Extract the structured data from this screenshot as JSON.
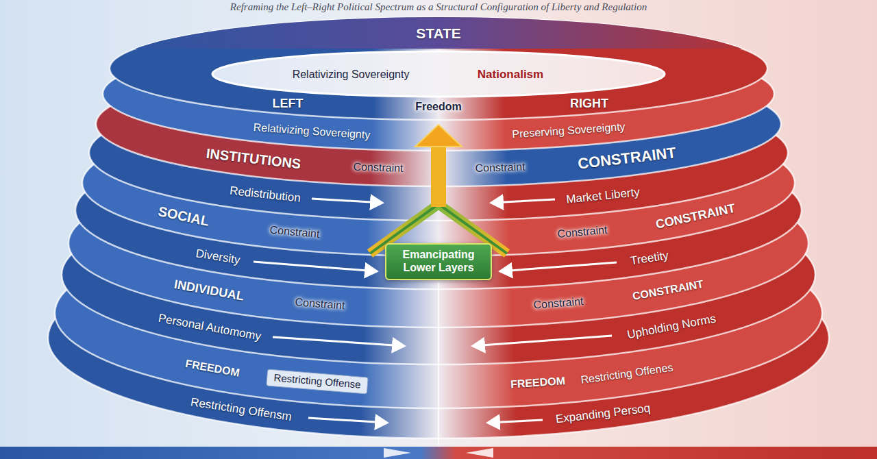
{
  "diagram": {
    "title": "Reframing the Left–Right Political Spectrum as a Structural Configuration of Liberty and Regulation",
    "nodes": [
      {
        "text": [
          "Emancipating Lower Layers"
        ]
      },
      {
        "text": [
          "Restricting Offense"
        ]
      }
    ],
    "labels": [
      "STATE",
      "Relativizing Sovereignty",
      "Nationalism",
      "LEFT",
      "Freedom",
      "RIGHT",
      "Relativizing Sovereignty",
      "Preserving Sovereignty",
      "INSTITUTIONS",
      "Constraint",
      "Constraint",
      "CONSTRAINT",
      "Redistribution",
      "Market Liberty",
      "SOCIAL",
      "Constraint",
      "Constraint",
      "CONSTRAINT",
      "Diversity",
      "Treetity",
      "INDIVIDUAL",
      "Constraint",
      "Constraint",
      "CONSTRAINT",
      "Personal Automomy",
      "Upholding Norms",
      "FREEDOM",
      "FREEDOM",
      "Restricting Offenes",
      "Restricting Offensm",
      "Expanding Persoq"
    ]
  }
}
